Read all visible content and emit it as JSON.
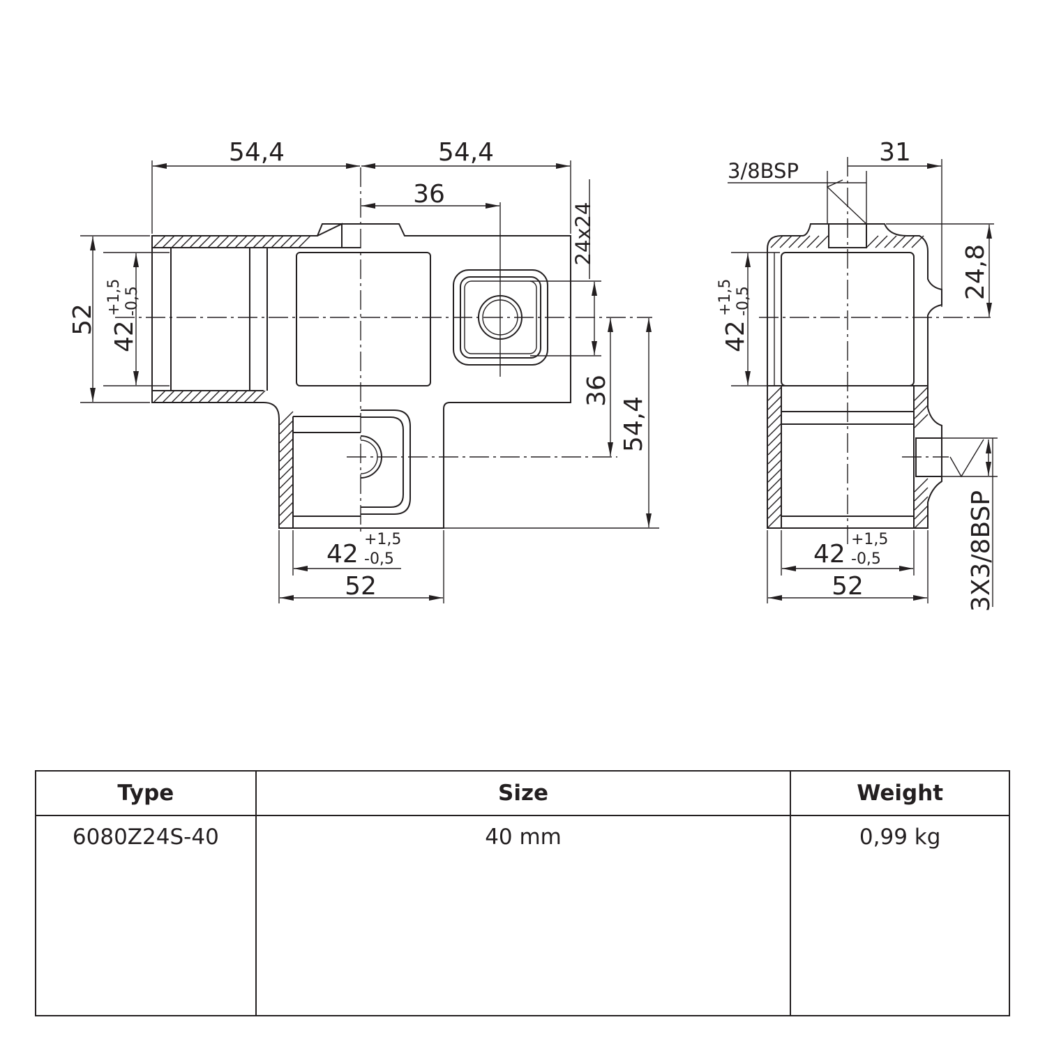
{
  "front_view": {
    "dim_top_left": "54,4",
    "dim_top_right": "54,4",
    "dim_center_36": "36",
    "dim_square": "24x24",
    "dim_vertical_36": "36",
    "dim_vertical_54": "54,4",
    "dim_left_52": "52",
    "dim_left_42": "42",
    "dim_left_tol_upper": "+1,5",
    "dim_left_tol_lower": "-0,5",
    "dim_bottom_42": "42",
    "dim_bottom_tol_upper": "+1,5",
    "dim_bottom_tol_lower": "-0,5",
    "dim_bottom_52": "52"
  },
  "side_view": {
    "thread_top": "3/8BSP",
    "dim_31": "31",
    "dim_24_8": "24,8",
    "dim_left_42": "42",
    "dim_left_tol_upper": "+1,5",
    "dim_left_tol_lower": "-0,5",
    "dim_bottom_42": "42",
    "dim_bottom_tol_upper": "+1,5",
    "dim_bottom_tol_lower": "-0,5",
    "dim_bottom_52": "52",
    "thread_side": "3X3/8BSP"
  },
  "table": {
    "headers": [
      "Type",
      "Size",
      "Weight"
    ],
    "rows": [
      [
        "6080Z24S-40",
        "40 mm",
        "0,99 kg"
      ]
    ]
  }
}
